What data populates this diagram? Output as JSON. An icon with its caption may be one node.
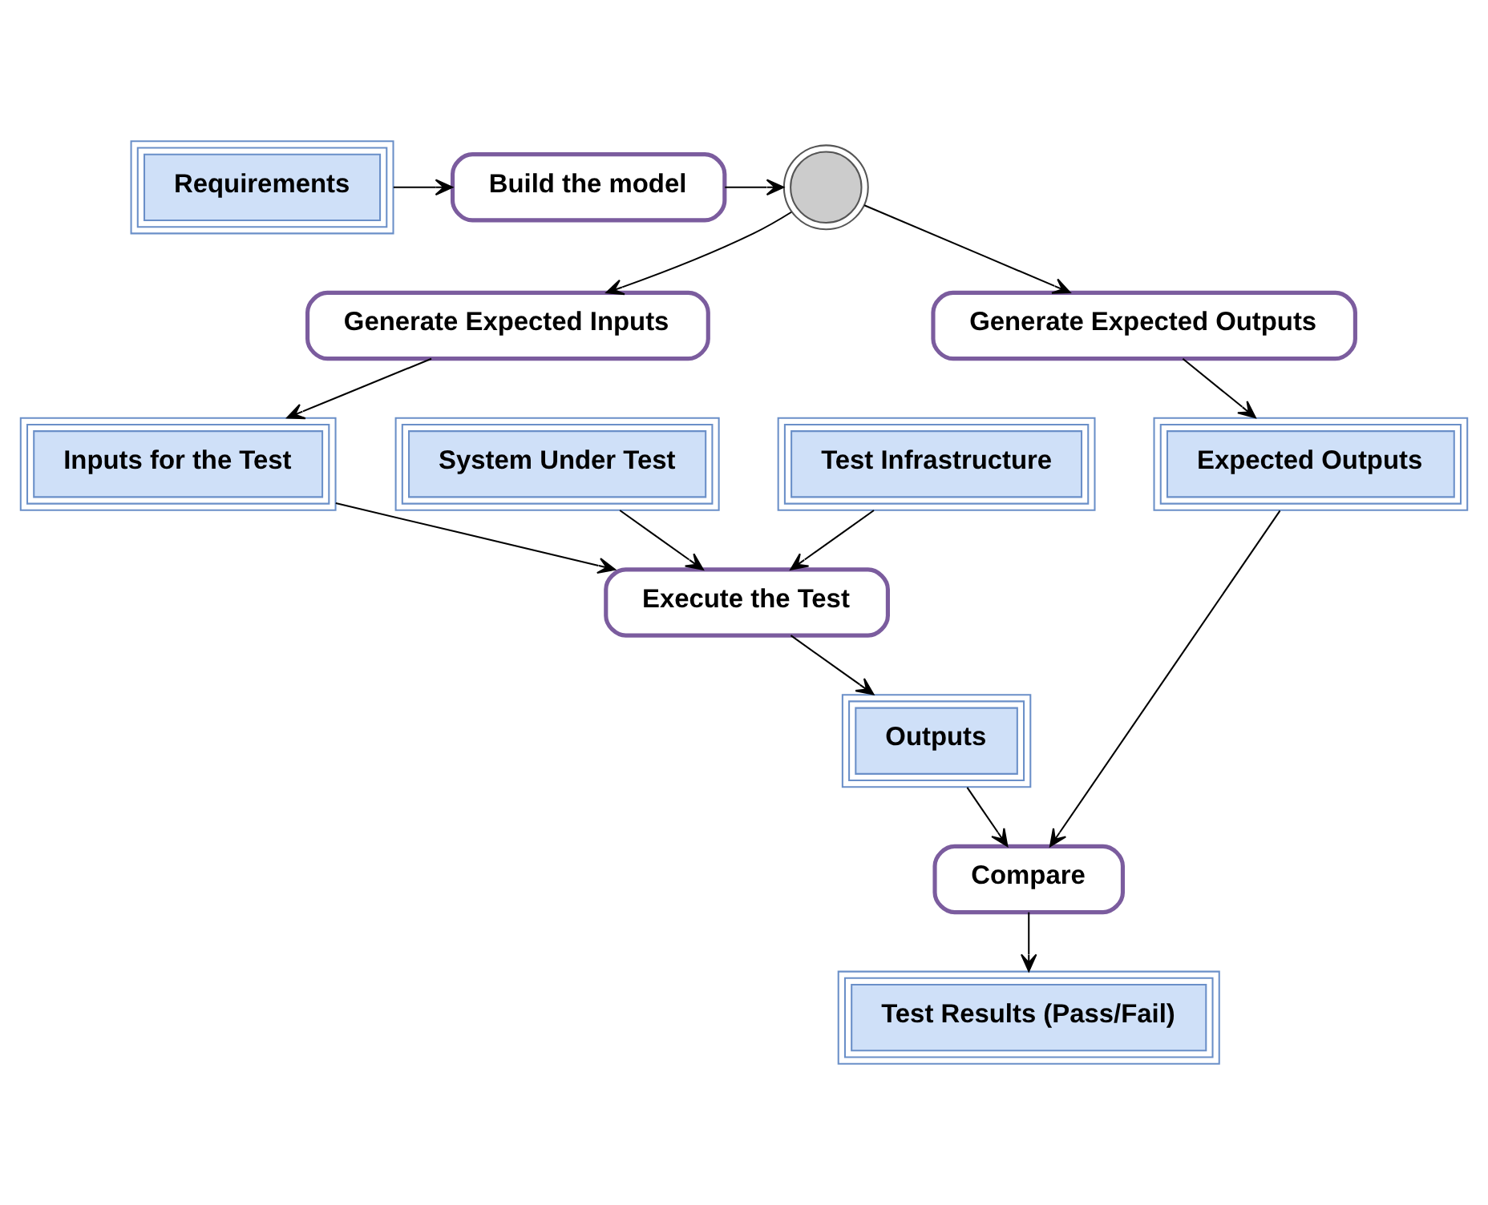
{
  "diagram": {
    "nodes": [
      {
        "text": [
          "Requirements"
        ]
      },
      {
        "text": [
          "Build the model"
        ]
      },
      {
        "text": [],
        "shape": "picture"
      },
      {
        "text": [
          "Generate Expected Inputs"
        ]
      },
      {
        "text": [
          "Generate Expected Outputs"
        ]
      },
      {
        "text": [
          "System Under Test"
        ]
      },
      {
        "text": [
          "Inputs for the Test"
        ]
      },
      {
        "text": [
          "Expected Outputs"
        ]
      },
      {
        "text": [
          "Test Infrastructure"
        ]
      },
      {
        "text": [
          "Execute the Test"
        ]
      },
      {
        "text": [
          "Compare"
        ]
      },
      {
        "text": [
          "Outputs"
        ]
      },
      {
        "text": [
          "Test Results (Pass/Fail)"
        ]
      }
    ],
    "edges": [
      {
        "from": 0,
        "to": 1,
        "arrow": "to"
      },
      {
        "from": 1,
        "to": 2,
        "arrow": "to"
      },
      {
        "from": 2,
        "to": 3,
        "arrow": "to"
      },
      {
        "from": 2,
        "to": 4,
        "arrow": "to"
      },
      {
        "from": 3,
        "to": 6,
        "arrow": "to"
      },
      {
        "from": 4,
        "to": 7,
        "arrow": "to"
      },
      {
        "from": 5,
        "to": 9,
        "arrow": "to"
      },
      {
        "from": 8,
        "to": 9,
        "arrow": "to"
      },
      {
        "from": 6,
        "to": 9,
        "arrow": "to"
      },
      {
        "from": 9,
        "to": 11,
        "arrow": "to"
      },
      {
        "from": 11,
        "to": 10,
        "arrow": "to"
      },
      {
        "from": 7,
        "to": 10,
        "arrow": "to"
      },
      {
        "from": 10,
        "to": 12,
        "arrow": "to"
      }
    ]
  }
}
